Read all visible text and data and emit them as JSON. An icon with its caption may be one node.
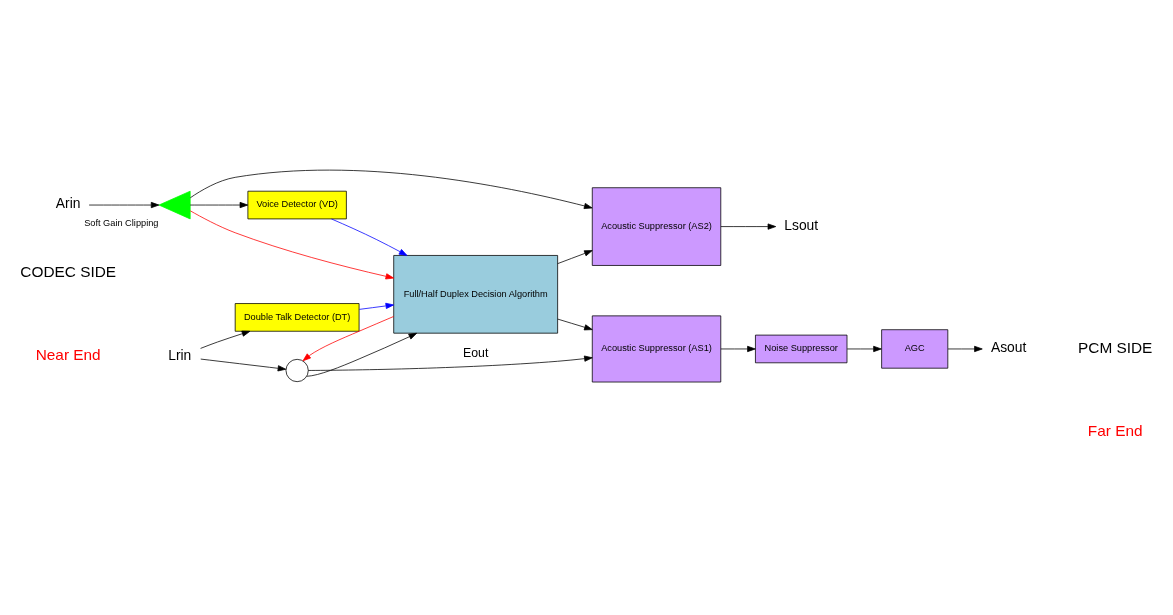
{
  "diagram": {
    "nodes": [
      {
        "text": [
          "Lrin"
        ]
      },
      {
        "text": [],
        "shape": "circle"
      },
      {
        "text": [
          "Acoustic Suppressor (AS1)"
        ]
      },
      {
        "text": [
          "Noise Suppressor"
        ]
      },
      {
        "text": [
          "AGC"
        ]
      },
      {
        "text": [
          "Asout"
        ]
      },
      {
        "text": [
          "Double Talk Detector (DT)"
        ]
      },
      {
        "text": [
          "Full/Half Duplex Decision Algorithm"
        ]
      },
      {
        "text": [
          "Voice Detector (VD)"
        ]
      },
      {
        "text": [
          "Acoustic Suppressor (AS2)"
        ]
      },
      {
        "text": [
          "Lsout"
        ]
      },
      {
        "text": [],
        "shape": "triangle",
        "beside": [
          "Soft Gain Clipping"
        ]
      },
      {
        "text": [
          "Arin"
        ]
      }
    ],
    "edges": [
      {
        "from": 0,
        "to": 1,
        "arrow": "to"
      },
      {
        "from": 0,
        "to": 6,
        "arrow": "to"
      },
      {
        "from": 1,
        "to": 2,
        "arrow": "to",
        "label": "Eout"
      },
      {
        "from": 1,
        "to": 7,
        "arrow": "to"
      },
      {
        "from": 2,
        "to": 3,
        "arrow": "to"
      },
      {
        "from": 3,
        "to": 4,
        "arrow": "to"
      },
      {
        "from": 4,
        "to": 5,
        "arrow": "to"
      },
      {
        "from": 6,
        "to": 7,
        "arrow": "to",
        "color": "#0000ff"
      },
      {
        "from": 7,
        "to": 1,
        "arrow": "to",
        "color": "#ff0000"
      },
      {
        "from": 7,
        "to": 2,
        "arrow": "to"
      },
      {
        "from": 8,
        "to": 7,
        "arrow": "to",
        "color": "#0000ff"
      },
      {
        "from": 7,
        "to": 9,
        "arrow": "to"
      },
      {
        "from": 12,
        "to": 11,
        "arrow": "to"
      },
      {
        "from": 11,
        "to": 9,
        "arrow": "to"
      },
      {
        "from": 11,
        "to": 7,
        "arrow": "to",
        "color": "#ff0000"
      },
      {
        "from": 11,
        "to": 8,
        "arrow": "to"
      },
      {
        "from": 9,
        "to": 10,
        "arrow": "to"
      }
    ],
    "labels": [
      "CODEC SIDE",
      "Near End",
      "PCM SIDE",
      "Far End"
    ]
  }
}
